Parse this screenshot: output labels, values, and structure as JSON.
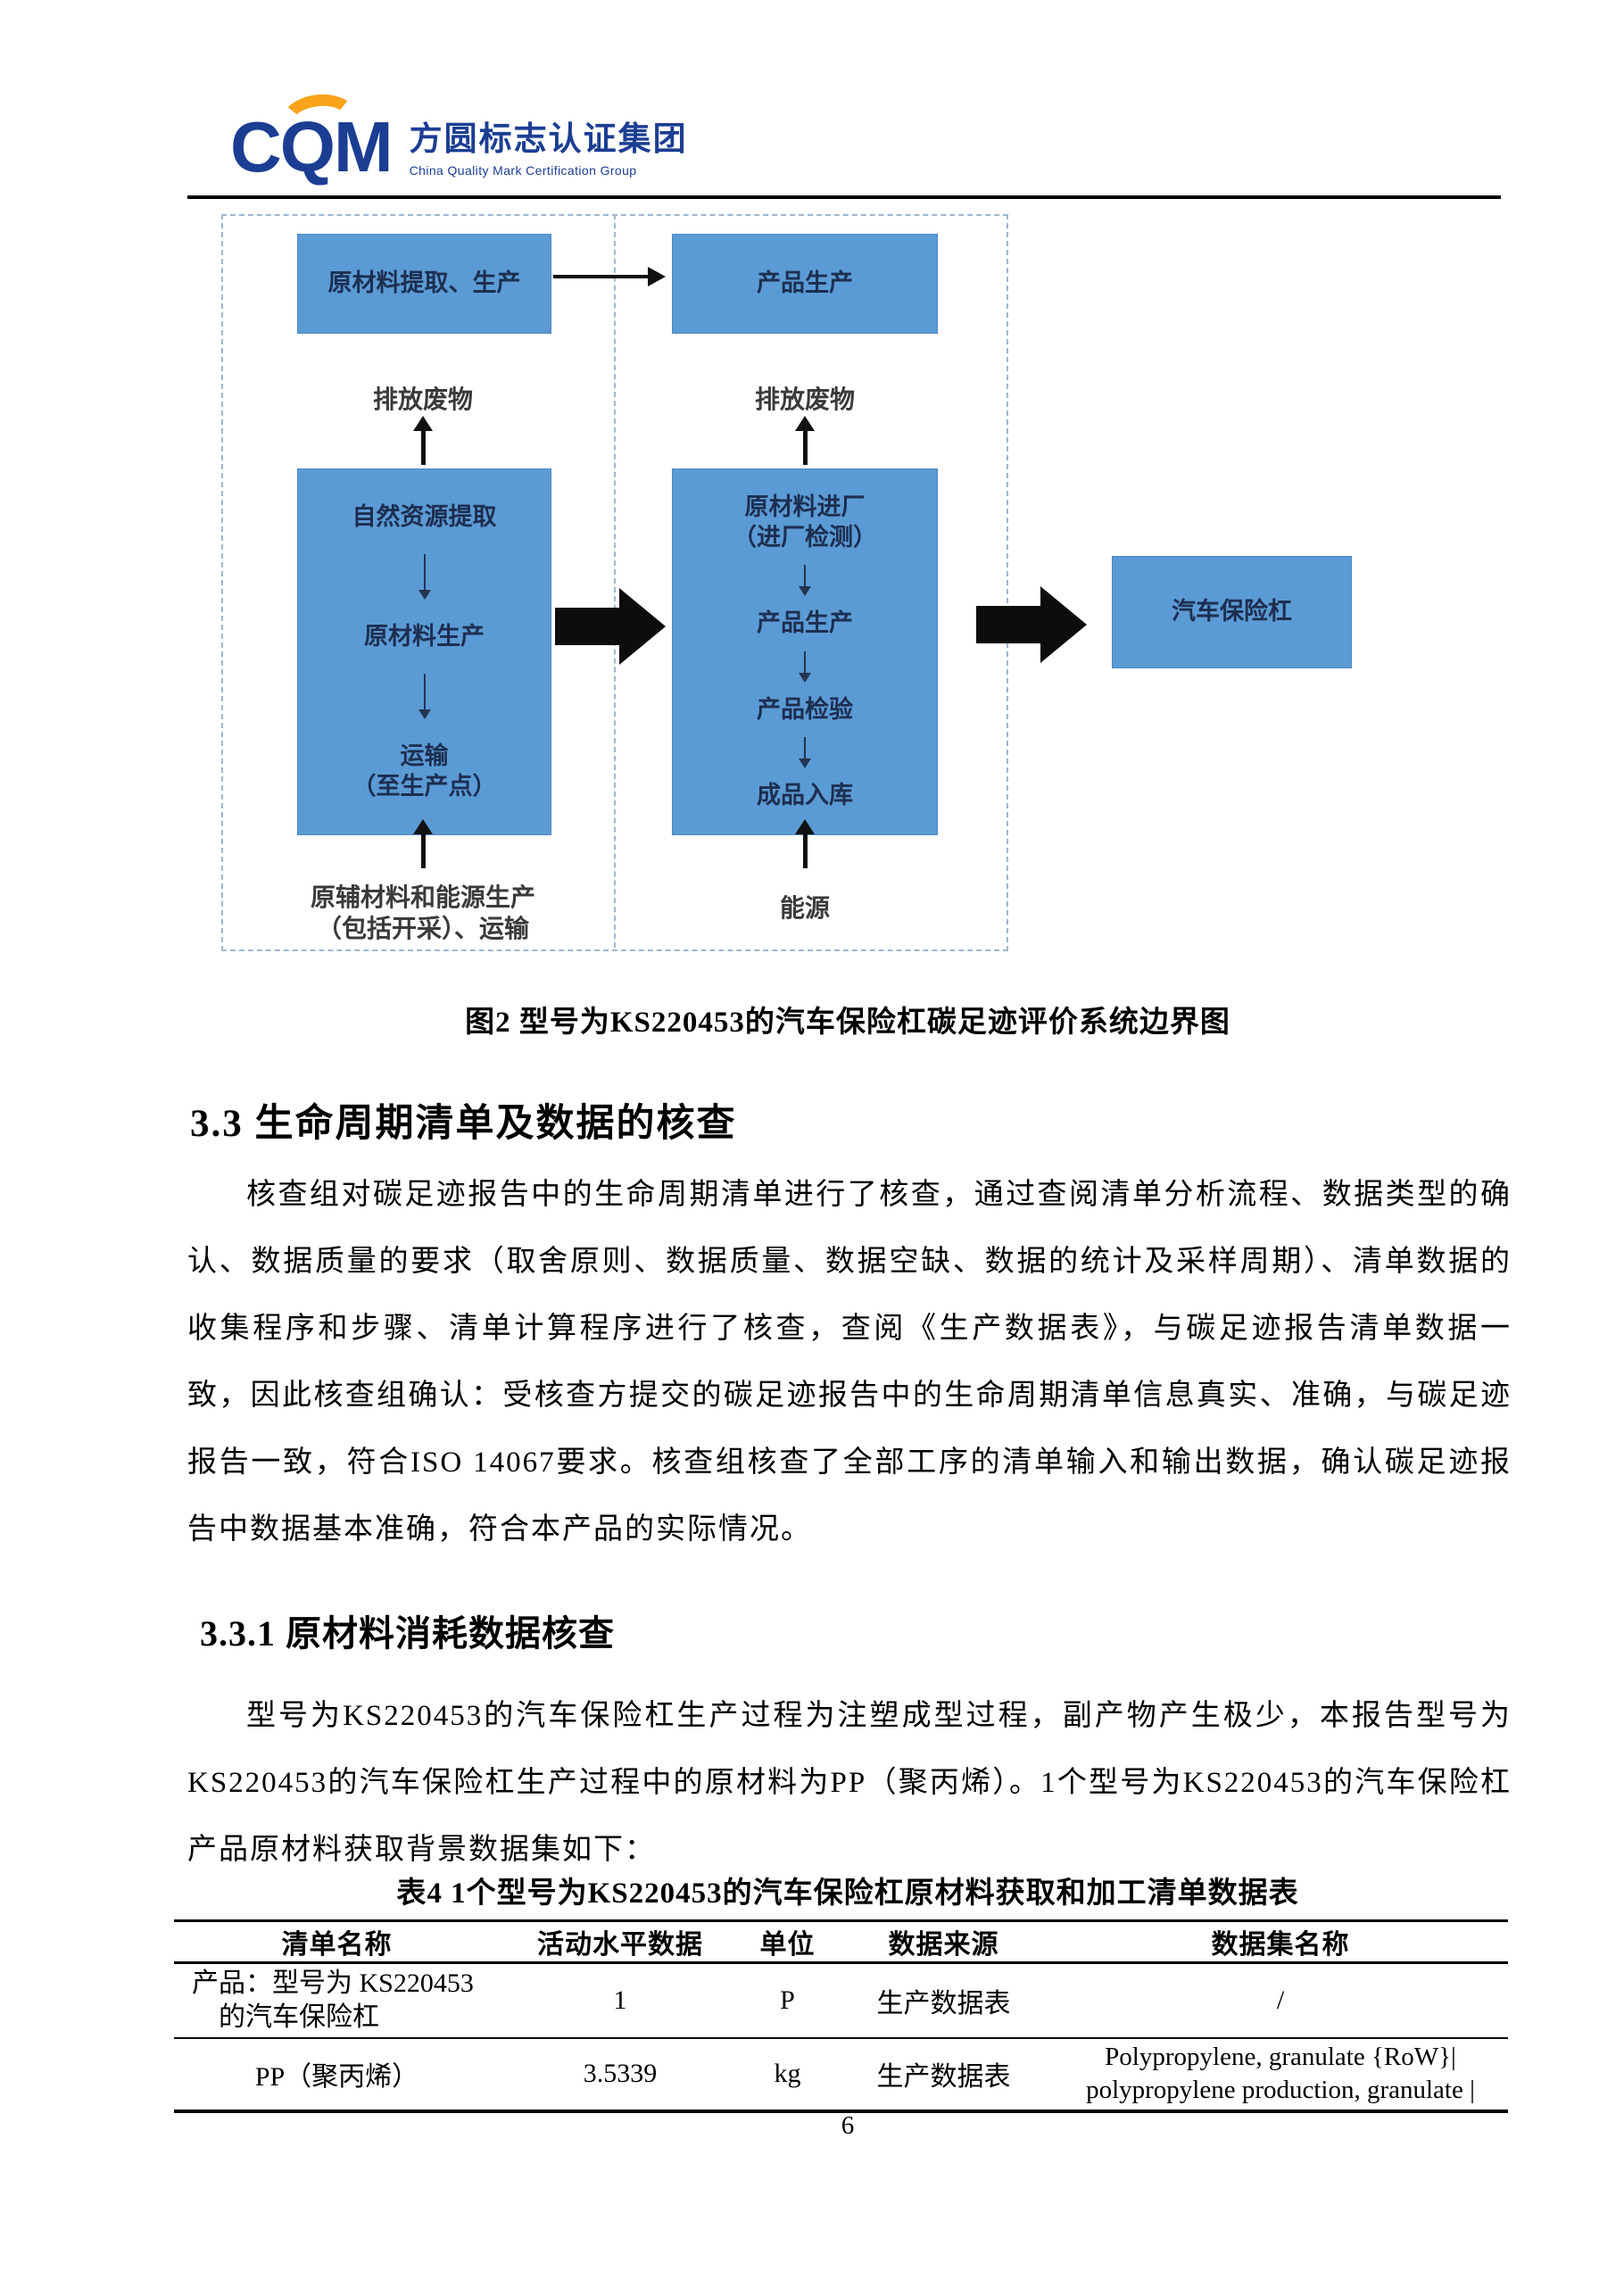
{
  "header": {
    "logo_acronym": "CQM",
    "logo_cn": "方圆标志认证集团",
    "logo_en": "China Quality Mark Certification Group",
    "brand_navy": "#1b3e93",
    "brand_orange": "#f8a31a"
  },
  "diagram": {
    "top_left_box": "原材料提取、生产",
    "top_right_box": "产品生产",
    "waste_left": "排放废物",
    "waste_right": "排放废物",
    "left_steps": [
      "自然资源提取",
      "原材料生产",
      "运输\n（至生产点）"
    ],
    "right_steps": [
      "原材料进厂\n（进厂检测）",
      "产品生产",
      "产品检验",
      "成品入库"
    ],
    "bottom_left_label": "原辅材料和能源生产\n（包括开采）、运输",
    "energy_label": "能源",
    "output_box": "汽车保险杠",
    "colors": {
      "box_fill": "#5b9bd5",
      "box_text": "#1d2e50",
      "dashed": "#9eb6cc",
      "arrow": "#111111"
    }
  },
  "figure_caption": "图2 型号为KS220453的汽车保险杠碳足迹评价系统边界图",
  "sections": {
    "s33": "3.3 生命周期清单及数据的核查",
    "s331": "3.3.1 原材料消耗数据核查"
  },
  "paragraphs": {
    "p1": "核查组对碳足迹报告中的生命周期清单进行了核查，通过查阅清单分析流程、数据类型的确认、数据质量的要求（取舍原则、数据质量、数据空缺、数据的统计及采样周期）、清单数据的收集程序和步骤、清单计算程序进行了核查，查阅《生产数据表》，与碳足迹报告清单数据一致，因此核查组确认：受核查方提交的碳足迹报告中的生命周期清单信息真实、准确，与碳足迹报告一致，符合ISO 14067要求。核查组核查了全部工序的清单输入和输出数据，确认碳足迹报告中数据基本准确，符合本产品的实际情况。",
    "p2": "型号为KS220453的汽车保险杠生产过程为注塑成型过程，副产物产生极少，本报告型号为KS220453的汽车保险杠生产过程中的原材料为PP（聚丙烯）。1个型号为KS220453的汽车保险杠产品原材料获取背景数据集如下："
  },
  "table": {
    "caption": "表4 1个型号为KS220453的汽车保险杠原材料获取和加工清单数据表",
    "headers": [
      "清单名称",
      "活动水平数据",
      "单位",
      "数据来源",
      "数据集名称"
    ],
    "rows": [
      {
        "name": "产品：型号为 KS220453\n的汽车保险杠",
        "value": "1",
        "unit": "P",
        "source": "生产数据表",
        "dataset": "/"
      },
      {
        "name": "PP（聚丙烯）",
        "value": "3.5339",
        "unit": "kg",
        "source": "生产数据表",
        "dataset": "Polypropylene, granulate {RoW}|\npolypropylene production, granulate |"
      }
    ]
  },
  "page_number": "6"
}
